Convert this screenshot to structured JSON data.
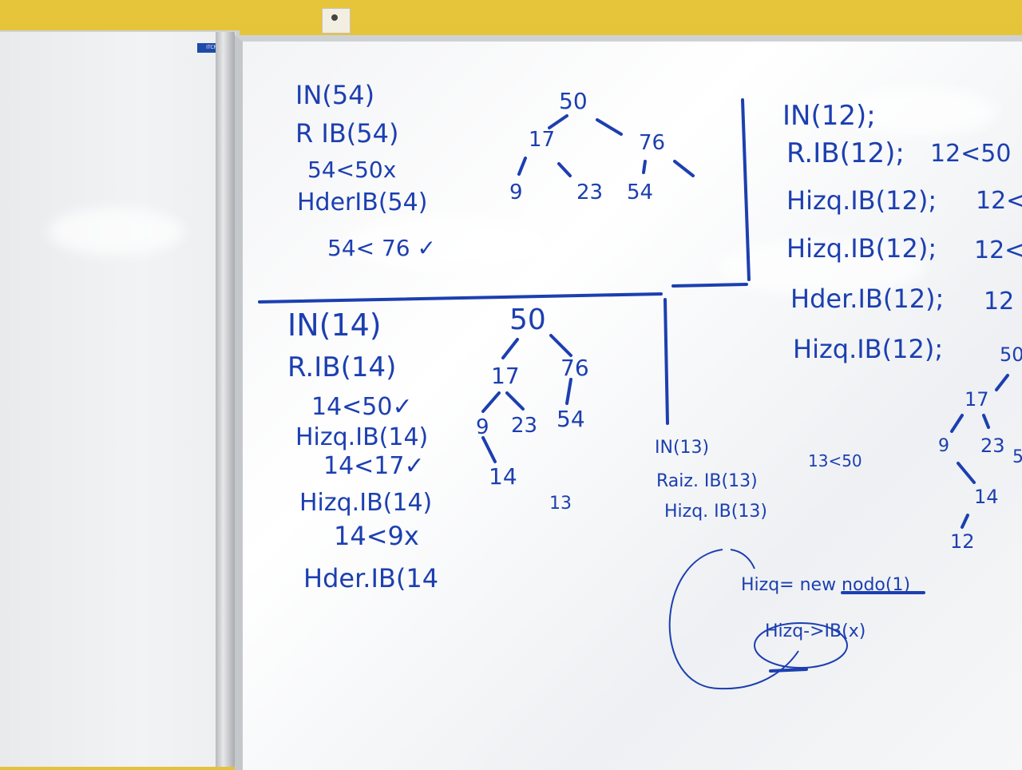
{
  "board_label": "ITCR",
  "sections": {
    "top_left": {
      "lines": [
        "IN(54)",
        "R IB(54)",
        "54<50x",
        "HderIB(54)",
        "54< 76 ✓"
      ],
      "tree": {
        "root": "50",
        "n17": "17",
        "n76": "76",
        "n9": "9",
        "n23": "23",
        "n54": "54"
      }
    },
    "bottom_left": {
      "lines": [
        "IN(14)",
        "R.IB(14)",
        "14<50✓",
        "Hizq.IB(14)",
        "14<17✓",
        "Hizq.IB(14)",
        "14<9x",
        "Hder.IB(14"
      ],
      "tree": {
        "root": "50",
        "n17": "17",
        "n76": "76",
        "n9": "9",
        "n23": "23",
        "n54": "54",
        "n14": "14",
        "extra": "13"
      }
    },
    "right": {
      "lines": [
        "IN(12);",
        "R.IB(12);",
        "12<50",
        "Hizq.IB(12);",
        "12<",
        "Hizq.IB(12);",
        "12<",
        "Hder.IB(12);",
        "12",
        "Hizq.IB(12);",
        "50"
      ],
      "tree": {
        "n17": "17",
        "n9": "9",
        "n23": "23",
        "n5": "5",
        "n14": "14",
        "n12": "12"
      }
    },
    "middle": {
      "lines": [
        "IN(13)",
        "Raiz. IB(13)",
        "13<50",
        "Hizq. IB(13)"
      ],
      "notes": [
        "Hizq= new nodo(1)",
        "Hizq->IB(x)"
      ]
    }
  },
  "colors": {
    "ink": "#1c3fb0",
    "wall": "#e2c23a",
    "board": "#f4f5f7"
  }
}
